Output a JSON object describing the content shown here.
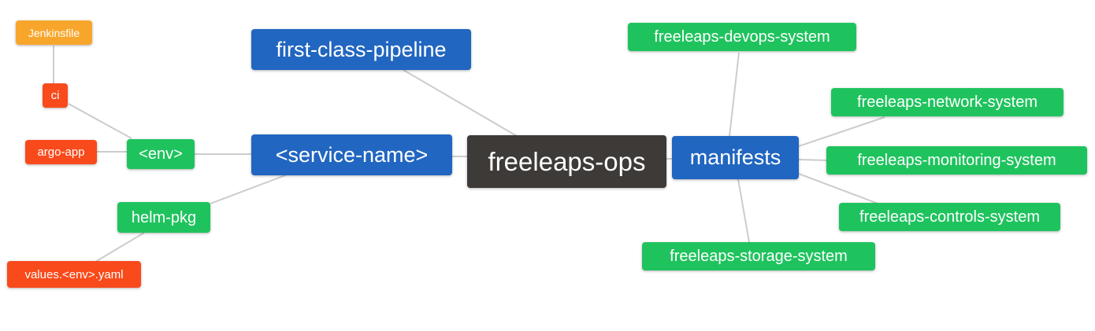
{
  "diagram": {
    "type": "mindmap",
    "root": "freeleaps-ops",
    "colors": {
      "orange": "#f8a62b",
      "red": "#f94a1c",
      "green": "#1fc35e",
      "blue": "#2166c0",
      "dark": "#3d3a38",
      "edge": "#cccccc",
      "background": "#ffffff",
      "node_text": "#ffffff"
    },
    "nodes": {
      "jenkinsfile": {
        "label": "Jenkinsfile",
        "color": "#f8a62b"
      },
      "ci": {
        "label": "ci",
        "color": "#f94a1c"
      },
      "argo_app": {
        "label": "argo-app",
        "color": "#f94a1c"
      },
      "env": {
        "label": "<env>",
        "color": "#1fc35e"
      },
      "helm_pkg": {
        "label": "helm-pkg",
        "color": "#1fc35e"
      },
      "values_env_yaml": {
        "label": "values.<env>.yaml",
        "color": "#f94a1c"
      },
      "first_class_pipeline": {
        "label": "first-class-pipeline",
        "color": "#2166c0"
      },
      "service_name": {
        "label": "<service-name>",
        "color": "#2166c0"
      },
      "freeleaps_ops": {
        "label": "freeleaps-ops",
        "color": "#3d3a38"
      },
      "manifests": {
        "label": "manifests",
        "color": "#2166c0"
      },
      "devops_system": {
        "label": "freeleaps-devops-system",
        "color": "#1fc35e"
      },
      "network_system": {
        "label": "freeleaps-network-system",
        "color": "#1fc35e"
      },
      "monitoring_system": {
        "label": "freeleaps-monitoring-system",
        "color": "#1fc35e"
      },
      "controls_system": {
        "label": "freeleaps-controls-system",
        "color": "#1fc35e"
      },
      "storage_system": {
        "label": "freeleaps-storage-system",
        "color": "#1fc35e"
      }
    },
    "edges": [
      {
        "from": "jenkinsfile",
        "to": "ci"
      },
      {
        "from": "ci",
        "to": "env"
      },
      {
        "from": "argo_app",
        "to": "env"
      },
      {
        "from": "env",
        "to": "service_name"
      },
      {
        "from": "helm_pkg",
        "to": "service_name"
      },
      {
        "from": "values_env_yaml",
        "to": "helm_pkg"
      },
      {
        "from": "first_class_pipeline",
        "to": "freeleaps_ops"
      },
      {
        "from": "service_name",
        "to": "freeleaps_ops"
      },
      {
        "from": "freeleaps_ops",
        "to": "manifests"
      },
      {
        "from": "manifests",
        "to": "devops_system"
      },
      {
        "from": "manifests",
        "to": "network_system"
      },
      {
        "from": "manifests",
        "to": "monitoring_system"
      },
      {
        "from": "manifests",
        "to": "controls_system"
      },
      {
        "from": "manifests",
        "to": "storage_system"
      }
    ]
  }
}
